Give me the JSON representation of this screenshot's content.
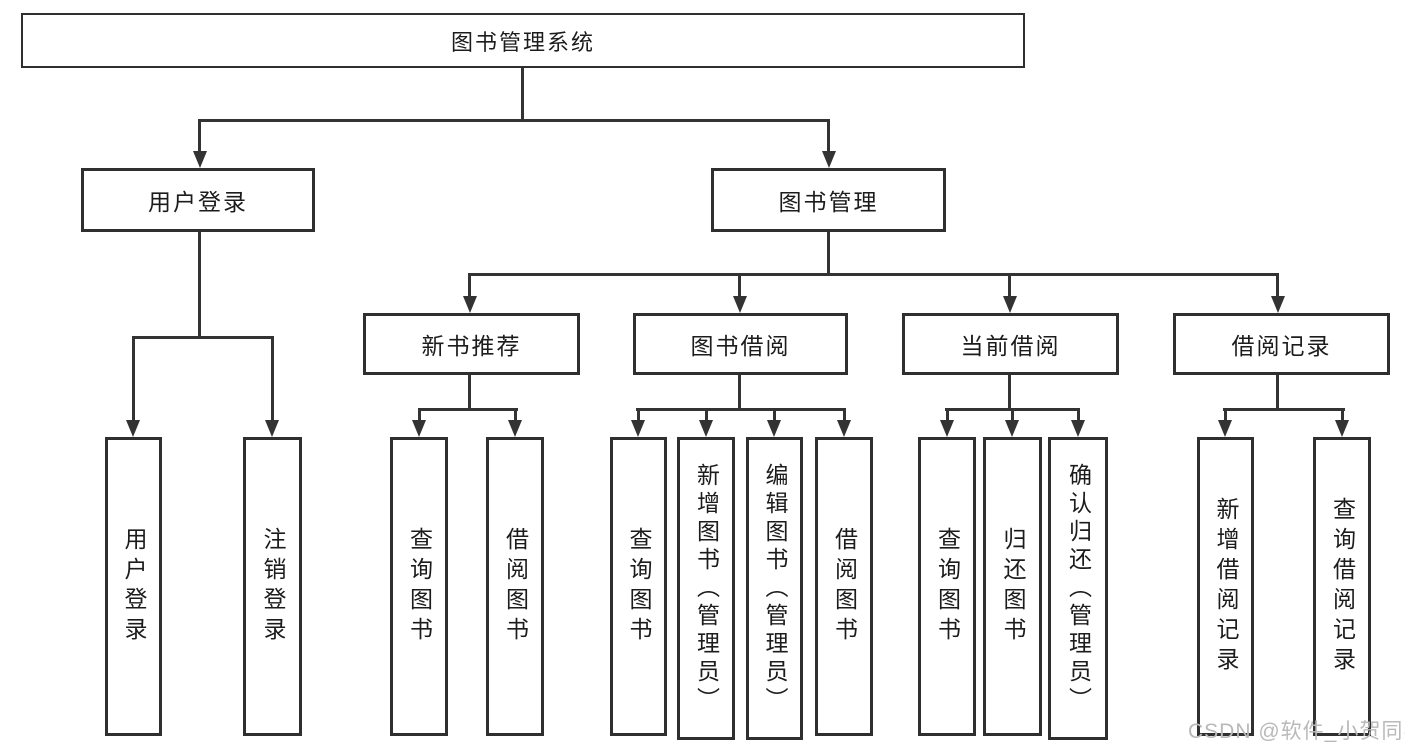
{
  "diagram": {
    "root": {
      "label": "图书管理系统"
    },
    "branches": {
      "user_login": {
        "label": "用户登录",
        "children": {
          "login": {
            "label": "用户登录"
          },
          "logout": {
            "label": "注销登录"
          }
        }
      },
      "book_mgmt": {
        "label": "图书管理",
        "children": {
          "new_book_rec": {
            "label": "新书推荐",
            "children": {
              "query_book": {
                "label": "查询图书"
              },
              "borrow_book": {
                "label": "借阅图书"
              }
            }
          },
          "book_borrow": {
            "label": "图书借阅",
            "children": {
              "query_book": {
                "label": "查询图书"
              },
              "add_book": {
                "label": "新增图书（管理员）"
              },
              "edit_book": {
                "label": "编辑图书（管理员）"
              },
              "borrow_book": {
                "label": "借阅图书"
              }
            }
          },
          "current_borrow": {
            "label": "当前借阅",
            "children": {
              "query_book": {
                "label": "查询图书"
              },
              "return_book": {
                "label": "归还图书"
              },
              "confirm_return": {
                "label": "确认归还（管理员）"
              }
            }
          },
          "borrow_record": {
            "label": "借阅记录",
            "children": {
              "add_record": {
                "label": "新增借阅记录"
              },
              "query_record": {
                "label": "查询借阅记录"
              }
            }
          }
        }
      }
    }
  },
  "watermark": {
    "text": "CSDN @软件_小贺同学",
    "color": "#b9b9b9"
  },
  "colors": {
    "line": "#333333",
    "border": "#2f2f2f",
    "text": "#1c1c1c",
    "background": "#ffffff"
  }
}
